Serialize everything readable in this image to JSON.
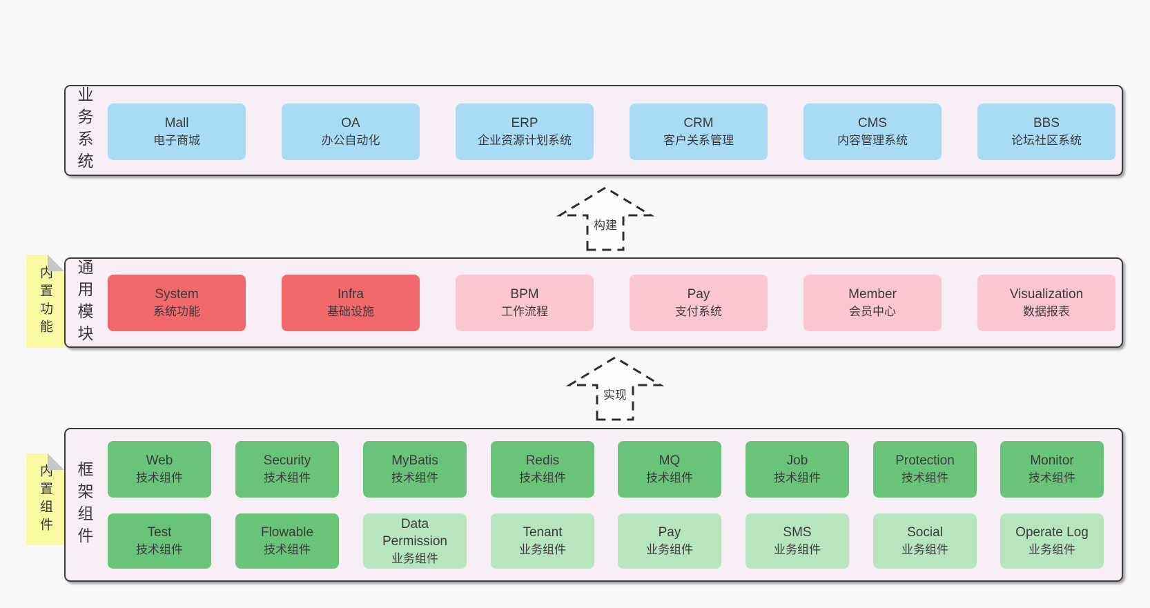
{
  "palette": {
    "background": "#f8f8f8",
    "band_background": "#f8eef6",
    "band_border": "#3a3a3a",
    "business_box_blue": "#a9dcf4",
    "core_module_red": "#f1696b",
    "optional_module_pink": "#fbc6cf",
    "tech_component_green": "#69c378",
    "biz_component_light_green": "#b7e5bd",
    "sticky_note_yellow": "#f9f9a2",
    "sticky_fold_gray": "#c5c5ca",
    "text": "#3b3b3b"
  },
  "arrows": [
    {
      "label": "构建"
    },
    {
      "label": "实现"
    }
  ],
  "bands": [
    {
      "label": "业务系统",
      "boxes": [
        {
          "name": "Mall",
          "desc": "电子商城"
        },
        {
          "name": "OA",
          "desc": "办公自动化"
        },
        {
          "name": "ERP",
          "desc": "企业资源计划系统"
        },
        {
          "name": "CRM",
          "desc": "客户关系管理"
        },
        {
          "name": "CMS",
          "desc": "内容管理系统"
        },
        {
          "name": "BBS",
          "desc": "论坛社区系统"
        }
      ]
    },
    {
      "label": "通用模块",
      "sticky": "内置功能",
      "boxes": [
        {
          "name": "System",
          "desc": "系统功能"
        },
        {
          "name": "Infra",
          "desc": "基础设施"
        },
        {
          "name": "BPM",
          "desc": "工作流程"
        },
        {
          "name": "Pay",
          "desc": "支付系统"
        },
        {
          "name": "Member",
          "desc": "会员中心"
        },
        {
          "name": "Visualization",
          "desc": "数据报表"
        }
      ]
    },
    {
      "label": "框架组件",
      "sticky": "内置组件",
      "boxes": [
        {
          "name": "Web",
          "desc": "技术组件"
        },
        {
          "name": "Security",
          "desc": "技术组件"
        },
        {
          "name": "MyBatis",
          "desc": "技术组件"
        },
        {
          "name": "Redis",
          "desc": "技术组件"
        },
        {
          "name": "MQ",
          "desc": "技术组件"
        },
        {
          "name": "Job",
          "desc": "技术组件"
        },
        {
          "name": "Protection",
          "desc": "技术组件"
        },
        {
          "name": "Monitor",
          "desc": "技术组件"
        },
        {
          "name": "Test",
          "desc": "技术组件"
        },
        {
          "name": "Flowable",
          "desc": "技术组件"
        },
        {
          "name": "Data Permission",
          "desc": "业务组件"
        },
        {
          "name": "Tenant",
          "desc": "业务组件"
        },
        {
          "name": "Pay",
          "desc": "业务组件"
        },
        {
          "name": "SMS",
          "desc": "业务组件"
        },
        {
          "name": "Social",
          "desc": "业务组件"
        },
        {
          "name": "Operate Log",
          "desc": "业务组件"
        }
      ]
    }
  ]
}
